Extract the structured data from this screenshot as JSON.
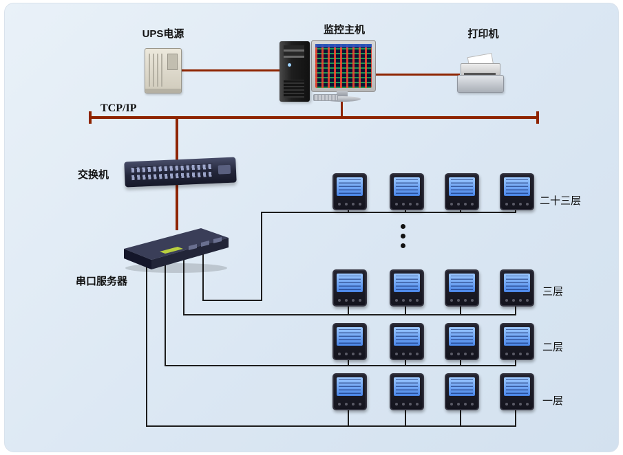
{
  "diagram": {
    "bus_label": "TCP/IP",
    "devices": {
      "ups": "UPS电源",
      "host": "监控主机",
      "printer": "打印机",
      "switch": "交换机",
      "serial_server": "串口服务器"
    },
    "floors": [
      "二十三层",
      "三层",
      "二层",
      "一层"
    ],
    "meters_per_floor": 4,
    "colors": {
      "bus": "#8e2400",
      "wire": "#1c1c1c",
      "panel": "#dde9f4",
      "meter_screen": "#4a86e8"
    }
  }
}
